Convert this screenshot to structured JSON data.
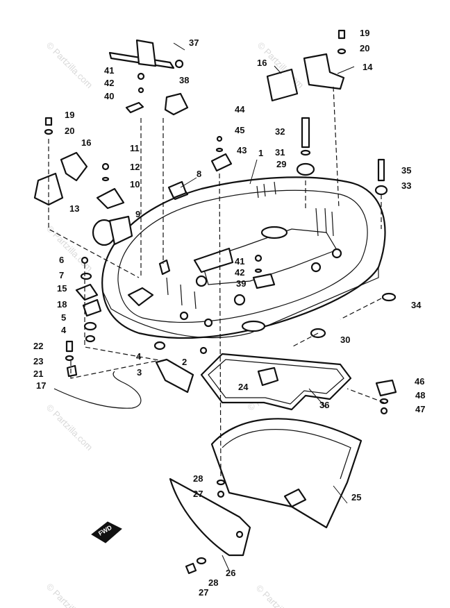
{
  "watermark": "© Partzilla.com",
  "badge_text": "FWD",
  "callouts": [
    {
      "id": "c37a",
      "label": "37"
    },
    {
      "id": "c38",
      "label": "38"
    },
    {
      "id": "c41a",
      "label": "41"
    },
    {
      "id": "c42a",
      "label": "42"
    },
    {
      "id": "c40",
      "label": "40"
    },
    {
      "id": "c19a",
      "label": "19"
    },
    {
      "id": "c20a",
      "label": "20"
    },
    {
      "id": "c16a",
      "label": "16"
    },
    {
      "id": "c13",
      "label": "13"
    },
    {
      "id": "c11",
      "label": "11"
    },
    {
      "id": "c12",
      "label": "12"
    },
    {
      "id": "c10",
      "label": "10"
    },
    {
      "id": "c9",
      "label": "9"
    },
    {
      "id": "c8",
      "label": "8"
    },
    {
      "id": "c44",
      "label": "44"
    },
    {
      "id": "c45",
      "label": "45"
    },
    {
      "id": "c43",
      "label": "43"
    },
    {
      "id": "c1",
      "label": "1"
    },
    {
      "id": "c32",
      "label": "32"
    },
    {
      "id": "c31",
      "label": "31"
    },
    {
      "id": "c29",
      "label": "29"
    },
    {
      "id": "c35",
      "label": "35"
    },
    {
      "id": "c33",
      "label": "33"
    },
    {
      "id": "c19b",
      "label": "19"
    },
    {
      "id": "c20b",
      "label": "20"
    },
    {
      "id": "c16b",
      "label": "16"
    },
    {
      "id": "c14",
      "label": "14"
    },
    {
      "id": "c6",
      "label": "6"
    },
    {
      "id": "c7",
      "label": "7"
    },
    {
      "id": "c15",
      "label": "15"
    },
    {
      "id": "c18",
      "label": "18"
    },
    {
      "id": "c5",
      "label": "5"
    },
    {
      "id": "c4a",
      "label": "4"
    },
    {
      "id": "c22",
      "label": "22"
    },
    {
      "id": "c23",
      "label": "23"
    },
    {
      "id": "c21",
      "label": "21"
    },
    {
      "id": "c17",
      "label": "17"
    },
    {
      "id": "c4b",
      "label": "4"
    },
    {
      "id": "c3",
      "label": "3"
    },
    {
      "id": "c2",
      "label": "2"
    },
    {
      "id": "c41b",
      "label": "41"
    },
    {
      "id": "c42b",
      "label": "42"
    },
    {
      "id": "c39",
      "label": "39"
    },
    {
      "id": "c34",
      "label": "34"
    },
    {
      "id": "c30",
      "label": "30"
    },
    {
      "id": "c24",
      "label": "24"
    },
    {
      "id": "c36",
      "label": "36"
    },
    {
      "id": "c46",
      "label": "46"
    },
    {
      "id": "c48",
      "label": "48"
    },
    {
      "id": "c47",
      "label": "47"
    },
    {
      "id": "c28a",
      "label": "28"
    },
    {
      "id": "c27a",
      "label": "27"
    },
    {
      "id": "c25",
      "label": "25"
    },
    {
      "id": "c26",
      "label": "26"
    },
    {
      "id": "c28b",
      "label": "28"
    },
    {
      "id": "c27b",
      "label": "27"
    }
  ]
}
